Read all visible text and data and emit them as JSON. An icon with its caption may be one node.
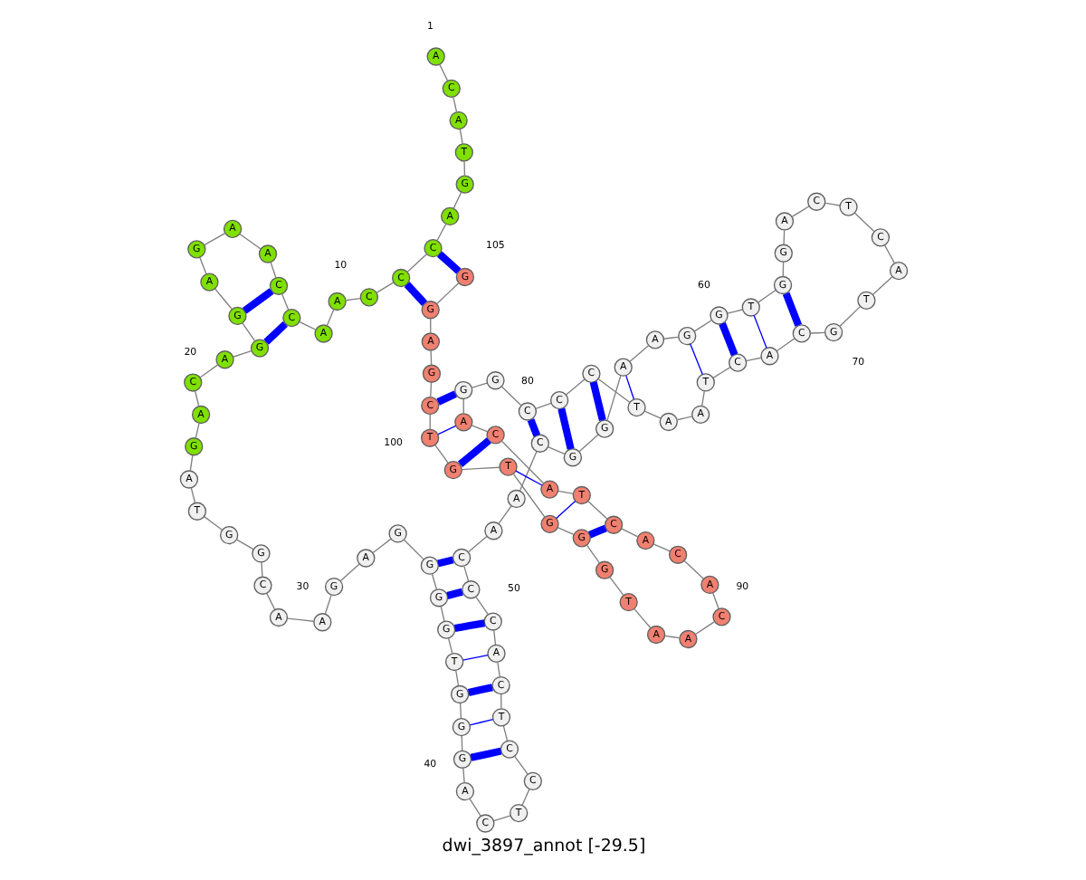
{
  "diagram": {
    "title": "dwi_3897_annot [-29.5]",
    "nodes": [
      {
        "text": [
          "A"
        ],
        "beside": [
          "1"
        ]
      },
      {
        "text": [
          "C"
        ]
      },
      {
        "text": [
          "A"
        ]
      },
      {
        "text": [
          "T"
        ]
      },
      {
        "text": [
          "G"
        ]
      },
      {
        "text": [
          "A"
        ]
      },
      {
        "text": [
          "C"
        ]
      },
      {
        "text": [
          "C"
        ]
      },
      {
        "text": [
          "C"
        ]
      },
      {
        "text": [
          "A"
        ],
        "beside": [
          "10"
        ]
      },
      {
        "text": [
          "A"
        ]
      },
      {
        "text": [
          "C"
        ]
      },
      {
        "text": [
          "C"
        ]
      },
      {
        "text": [
          "A"
        ]
      },
      {
        "text": [
          "A"
        ]
      },
      {
        "text": [
          "G"
        ]
      },
      {
        "text": [
          "A"
        ]
      },
      {
        "text": [
          "G"
        ]
      },
      {
        "text": [
          "G"
        ]
      },
      {
        "text": [
          "A"
        ],
        "beside": [
          "20"
        ]
      },
      {
        "text": [
          "C"
        ]
      },
      {
        "text": [
          "A"
        ]
      },
      {
        "text": [
          "G"
        ]
      },
      {
        "text": [
          "A"
        ]
      },
      {
        "text": [
          "T"
        ]
      },
      {
        "text": [
          "G"
        ]
      },
      {
        "text": [
          "G"
        ]
      },
      {
        "text": [
          "C"
        ]
      },
      {
        "text": [
          "A"
        ]
      },
      {
        "text": [
          "A"
        ],
        "beside": [
          "30"
        ]
      },
      {
        "text": [
          "G"
        ]
      },
      {
        "text": [
          "A"
        ]
      },
      {
        "text": [
          "G"
        ]
      },
      {
        "text": [
          "G"
        ]
      },
      {
        "text": [
          "G"
        ]
      },
      {
        "text": [
          "G"
        ]
      },
      {
        "text": [
          "T"
        ]
      },
      {
        "text": [
          "G"
        ]
      },
      {
        "text": [
          "G"
        ]
      },
      {
        "text": [
          "G"
        ],
        "beside": [
          "40"
        ]
      },
      {
        "text": [
          "A"
        ]
      },
      {
        "text": [
          "C"
        ]
      },
      {
        "text": [
          "T"
        ]
      },
      {
        "text": [
          "C"
        ]
      },
      {
        "text": [
          "C"
        ]
      },
      {
        "text": [
          "T"
        ]
      },
      {
        "text": [
          "C"
        ]
      },
      {
        "text": [
          "A"
        ]
      },
      {
        "text": [
          "C"
        ]
      },
      {
        "text": [
          "C"
        ],
        "beside": [
          "50"
        ]
      },
      {
        "text": [
          "C"
        ]
      },
      {
        "text": [
          "A"
        ]
      },
      {
        "text": [
          "A"
        ]
      },
      {
        "text": [
          "C"
        ]
      },
      {
        "text": [
          "G"
        ]
      },
      {
        "text": [
          "G"
        ]
      },
      {
        "text": [
          "A"
        ]
      },
      {
        "text": [
          "A"
        ]
      },
      {
        "text": [
          "G"
        ]
      },
      {
        "text": [
          "G"
        ],
        "beside": [
          "60"
        ]
      },
      {
        "text": [
          "T"
        ]
      },
      {
        "text": [
          "G"
        ]
      },
      {
        "text": [
          "G"
        ]
      },
      {
        "text": [
          "A"
        ]
      },
      {
        "text": [
          "C"
        ]
      },
      {
        "text": [
          "T"
        ]
      },
      {
        "text": [
          "C"
        ]
      },
      {
        "text": [
          "A"
        ]
      },
      {
        "text": [
          "T"
        ]
      },
      {
        "text": [
          "G"
        ],
        "beside": [
          "70"
        ]
      },
      {
        "text": [
          "C"
        ]
      },
      {
        "text": [
          "A"
        ]
      },
      {
        "text": [
          "C"
        ]
      },
      {
        "text": [
          "T"
        ]
      },
      {
        "text": [
          "A"
        ]
      },
      {
        "text": [
          "A"
        ]
      },
      {
        "text": [
          "T"
        ]
      },
      {
        "text": [
          "C"
        ]
      },
      {
        "text": [
          "C"
        ]
      },
      {
        "text": [
          "C"
        ],
        "beside": [
          "80"
        ]
      },
      {
        "text": [
          "G"
        ]
      },
      {
        "text": [
          "G"
        ]
      },
      {
        "text": [
          "A"
        ]
      },
      {
        "text": [
          "C"
        ]
      },
      {
        "text": [
          "A"
        ]
      },
      {
        "text": [
          "T"
        ]
      },
      {
        "text": [
          "C"
        ]
      },
      {
        "text": [
          "A"
        ]
      },
      {
        "text": [
          "C"
        ]
      },
      {
        "text": [
          "A"
        ],
        "beside": [
          "90"
        ]
      },
      {
        "text": [
          "C"
        ]
      },
      {
        "text": [
          "A"
        ]
      },
      {
        "text": [
          "A"
        ]
      },
      {
        "text": [
          "T"
        ]
      },
      {
        "text": [
          "G"
        ]
      },
      {
        "text": [
          "G"
        ]
      },
      {
        "text": [
          "G"
        ]
      },
      {
        "text": [
          "T"
        ]
      },
      {
        "text": [
          "G"
        ]
      },
      {
        "text": [
          "T"
        ],
        "beside": [
          "100"
        ]
      },
      {
        "text": [
          "C"
        ]
      },
      {
        "text": [
          "G"
        ]
      },
      {
        "text": [
          "A"
        ]
      },
      {
        "text": [
          "G"
        ]
      },
      {
        "text": [
          "G"
        ],
        "beside": [
          "105"
        ]
      }
    ],
    "edges": [
      {
        "from": 0,
        "to": 1,
        "arrow": "none"
      },
      {
        "from": 1,
        "to": 2,
        "arrow": "none"
      },
      {
        "from": 2,
        "to": 3,
        "arrow": "none"
      },
      {
        "from": 3,
        "to": 4,
        "arrow": "none"
      },
      {
        "from": 4,
        "to": 5,
        "arrow": "none"
      },
      {
        "from": 5,
        "to": 6,
        "arrow": "none"
      },
      {
        "from": 6,
        "to": 7,
        "arrow": "none"
      },
      {
        "from": 7,
        "to": 8,
        "arrow": "none"
      },
      {
        "from": 8,
        "to": 9,
        "arrow": "none"
      },
      {
        "from": 9,
        "to": 10,
        "arrow": "none"
      },
      {
        "from": 10,
        "to": 11,
        "arrow": "none"
      },
      {
        "from": 11,
        "to": 12,
        "arrow": "none"
      },
      {
        "from": 12,
        "to": 13,
        "arrow": "none"
      },
      {
        "from": 13,
        "to": 14,
        "arrow": "none"
      },
      {
        "from": 14,
        "to": 15,
        "arrow": "none"
      },
      {
        "from": 15,
        "to": 16,
        "arrow": "none"
      },
      {
        "from": 16,
        "to": 17,
        "arrow": "none"
      },
      {
        "from": 17,
        "to": 18,
        "arrow": "none"
      },
      {
        "from": 18,
        "to": 19,
        "arrow": "none"
      },
      {
        "from": 19,
        "to": 20,
        "arrow": "none"
      },
      {
        "from": 20,
        "to": 21,
        "arrow": "none"
      },
      {
        "from": 21,
        "to": 22,
        "arrow": "none"
      },
      {
        "from": 22,
        "to": 23,
        "arrow": "none"
      },
      {
        "from": 23,
        "to": 24,
        "arrow": "none"
      },
      {
        "from": 24,
        "to": 25,
        "arrow": "none"
      },
      {
        "from": 25,
        "to": 26,
        "arrow": "none"
      },
      {
        "from": 26,
        "to": 27,
        "arrow": "none"
      },
      {
        "from": 27,
        "to": 28,
        "arrow": "none"
      },
      {
        "from": 28,
        "to": 29,
        "arrow": "none"
      },
      {
        "from": 29,
        "to": 30,
        "arrow": "none"
      },
      {
        "from": 30,
        "to": 31,
        "arrow": "none"
      },
      {
        "from": 31,
        "to": 32,
        "arrow": "none"
      },
      {
        "from": 32,
        "to": 33,
        "arrow": "none"
      },
      {
        "from": 33,
        "to": 34,
        "arrow": "none"
      },
      {
        "from": 34,
        "to": 35,
        "arrow": "none"
      },
      {
        "from": 35,
        "to": 36,
        "arrow": "none"
      },
      {
        "from": 36,
        "to": 37,
        "arrow": "none"
      },
      {
        "from": 37,
        "to": 38,
        "arrow": "none"
      },
      {
        "from": 38,
        "to": 39,
        "arrow": "none"
      },
      {
        "from": 39,
        "to": 40,
        "arrow": "none"
      },
      {
        "from": 40,
        "to": 41,
        "arrow": "none"
      },
      {
        "from": 41,
        "to": 42,
        "arrow": "none"
      },
      {
        "from": 42,
        "to": 43,
        "arrow": "none"
      },
      {
        "from": 43,
        "to": 44,
        "arrow": "none"
      },
      {
        "from": 44,
        "to": 45,
        "arrow": "none"
      },
      {
        "from": 45,
        "to": 46,
        "arrow": "none"
      },
      {
        "from": 46,
        "to": 47,
        "arrow": "none"
      },
      {
        "from": 47,
        "to": 48,
        "arrow": "none"
      },
      {
        "from": 48,
        "to": 49,
        "arrow": "none"
      },
      {
        "from": 49,
        "to": 50,
        "arrow": "none"
      },
      {
        "from": 50,
        "to": 51,
        "arrow": "none"
      },
      {
        "from": 51,
        "to": 52,
        "arrow": "none"
      },
      {
        "from": 52,
        "to": 53,
        "arrow": "none"
      },
      {
        "from": 53,
        "to": 54,
        "arrow": "none"
      },
      {
        "from": 54,
        "to": 55,
        "arrow": "none"
      },
      {
        "from": 55,
        "to": 56,
        "arrow": "none"
      },
      {
        "from": 56,
        "to": 57,
        "arrow": "none"
      },
      {
        "from": 57,
        "to": 58,
        "arrow": "none"
      },
      {
        "from": 58,
        "to": 59,
        "arrow": "none"
      },
      {
        "from": 59,
        "to": 60,
        "arrow": "none"
      },
      {
        "from": 60,
        "to": 61,
        "arrow": "none"
      },
      {
        "from": 61,
        "to": 62,
        "arrow": "none"
      },
      {
        "from": 62,
        "to": 63,
        "arrow": "none"
      },
      {
        "from": 63,
        "to": 64,
        "arrow": "none"
      },
      {
        "from": 64,
        "to": 65,
        "arrow": "none"
      },
      {
        "from": 65,
        "to": 66,
        "arrow": "none"
      },
      {
        "from": 66,
        "to": 67,
        "arrow": "none"
      },
      {
        "from": 67,
        "to": 68,
        "arrow": "none"
      },
      {
        "from": 68,
        "to": 69,
        "arrow": "none"
      },
      {
        "from": 69,
        "to": 70,
        "arrow": "none"
      },
      {
        "from": 70,
        "to": 71,
        "arrow": "none"
      },
      {
        "from": 71,
        "to": 72,
        "arrow": "none"
      },
      {
        "from": 72,
        "to": 73,
        "arrow": "none"
      },
      {
        "from": 73,
        "to": 74,
        "arrow": "none"
      },
      {
        "from": 74,
        "to": 75,
        "arrow": "none"
      },
      {
        "from": 75,
        "to": 76,
        "arrow": "none"
      },
      {
        "from": 76,
        "to": 77,
        "arrow": "none"
      },
      {
        "from": 77,
        "to": 78,
        "arrow": "none"
      },
      {
        "from": 78,
        "to": 79,
        "arrow": "none"
      },
      {
        "from": 79,
        "to": 80,
        "arrow": "none"
      },
      {
        "from": 80,
        "to": 81,
        "arrow": "none"
      },
      {
        "from": 81,
        "to": 82,
        "arrow": "none"
      },
      {
        "from": 82,
        "to": 83,
        "arrow": "none"
      },
      {
        "from": 83,
        "to": 84,
        "arrow": "none"
      },
      {
        "from": 84,
        "to": 85,
        "arrow": "none"
      },
      {
        "from": 85,
        "to": 86,
        "arrow": "none"
      },
      {
        "from": 86,
        "to": 87,
        "arrow": "none"
      },
      {
        "from": 87,
        "to": 88,
        "arrow": "none"
      },
      {
        "from": 88,
        "to": 89,
        "arrow": "none"
      },
      {
        "from": 89,
        "to": 90,
        "arrow": "none"
      },
      {
        "from": 90,
        "to": 91,
        "arrow": "none"
      },
      {
        "from": 91,
        "to": 92,
        "arrow": "none"
      },
      {
        "from": 92,
        "to": 93,
        "arrow": "none"
      },
      {
        "from": 93,
        "to": 94,
        "arrow": "none"
      },
      {
        "from": 94,
        "to": 95,
        "arrow": "none"
      },
      {
        "from": 95,
        "to": 96,
        "arrow": "none"
      },
      {
        "from": 96,
        "to": 97,
        "arrow": "none"
      },
      {
        "from": 97,
        "to": 98,
        "arrow": "none"
      },
      {
        "from": 98,
        "to": 99,
        "arrow": "none"
      },
      {
        "from": 99,
        "to": 100,
        "arrow": "none"
      },
      {
        "from": 100,
        "to": 101,
        "arrow": "none"
      },
      {
        "from": 101,
        "to": 102,
        "arrow": "none"
      },
      {
        "from": 102,
        "to": 103,
        "arrow": "none"
      },
      {
        "from": 103,
        "to": 104,
        "arrow": "none"
      },
      {
        "from": 6,
        "to": 104,
        "arrow": "none",
        "style": "thick",
        "color": "#0000ff"
      },
      {
        "from": 7,
        "to": 103,
        "arrow": "none",
        "style": "thick",
        "color": "#0000ff"
      },
      {
        "from": 11,
        "to": 18,
        "arrow": "none",
        "style": "thick",
        "color": "#0000ff"
      },
      {
        "from": 12,
        "to": 17,
        "arrow": "none",
        "style": "thick",
        "color": "#0000ff"
      },
      {
        "from": 33,
        "to": 50,
        "arrow": "none",
        "style": "thick",
        "color": "#0000ff"
      },
      {
        "from": 34,
        "to": 49,
        "arrow": "none",
        "style": "thick",
        "color": "#0000ff"
      },
      {
        "from": 35,
        "to": 48,
        "arrow": "none",
        "style": "thick",
        "color": "#0000ff"
      },
      {
        "from": 36,
        "to": 47,
        "arrow": "none",
        "color": "#0000ff"
      },
      {
        "from": 37,
        "to": 46,
        "arrow": "none",
        "style": "thick",
        "color": "#0000ff"
      },
      {
        "from": 38,
        "to": 45,
        "arrow": "none",
        "color": "#0000ff"
      },
      {
        "from": 39,
        "to": 44,
        "arrow": "none",
        "style": "thick",
        "color": "#0000ff"
      },
      {
        "from": 53,
        "to": 79,
        "arrow": "none",
        "style": "thick",
        "color": "#0000ff"
      },
      {
        "from": 54,
        "to": 78,
        "arrow": "none",
        "style": "thick",
        "color": "#0000ff"
      },
      {
        "from": 55,
        "to": 77,
        "arrow": "none",
        "style": "thick",
        "color": "#0000ff"
      },
      {
        "from": 56,
        "to": 76,
        "arrow": "none",
        "color": "#0000ff"
      },
      {
        "from": 58,
        "to": 73,
        "arrow": "none",
        "color": "#0000ff"
      },
      {
        "from": 59,
        "to": 72,
        "arrow": "none",
        "style": "thick",
        "color": "#0000ff"
      },
      {
        "from": 60,
        "to": 71,
        "arrow": "none",
        "color": "#0000ff"
      },
      {
        "from": 61,
        "to": 70,
        "arrow": "none",
        "style": "thick",
        "color": "#0000ff"
      },
      {
        "from": 81,
        "to": 100,
        "arrow": "none",
        "style": "thick",
        "color": "#0000ff"
      },
      {
        "from": 82,
        "to": 99,
        "arrow": "none",
        "color": "#0000ff"
      },
      {
        "from": 83,
        "to": 98,
        "arrow": "none",
        "style": "thick",
        "color": "#0000ff"
      },
      {
        "from": 84,
        "to": 97,
        "arrow": "none",
        "color": "#0000ff"
      },
      {
        "from": 85,
        "to": 96,
        "arrow": "none",
        "color": "#0000ff"
      },
      {
        "from": 86,
        "to": 95,
        "arrow": "none",
        "style": "thick",
        "color": "#0000ff"
      }
    ]
  }
}
